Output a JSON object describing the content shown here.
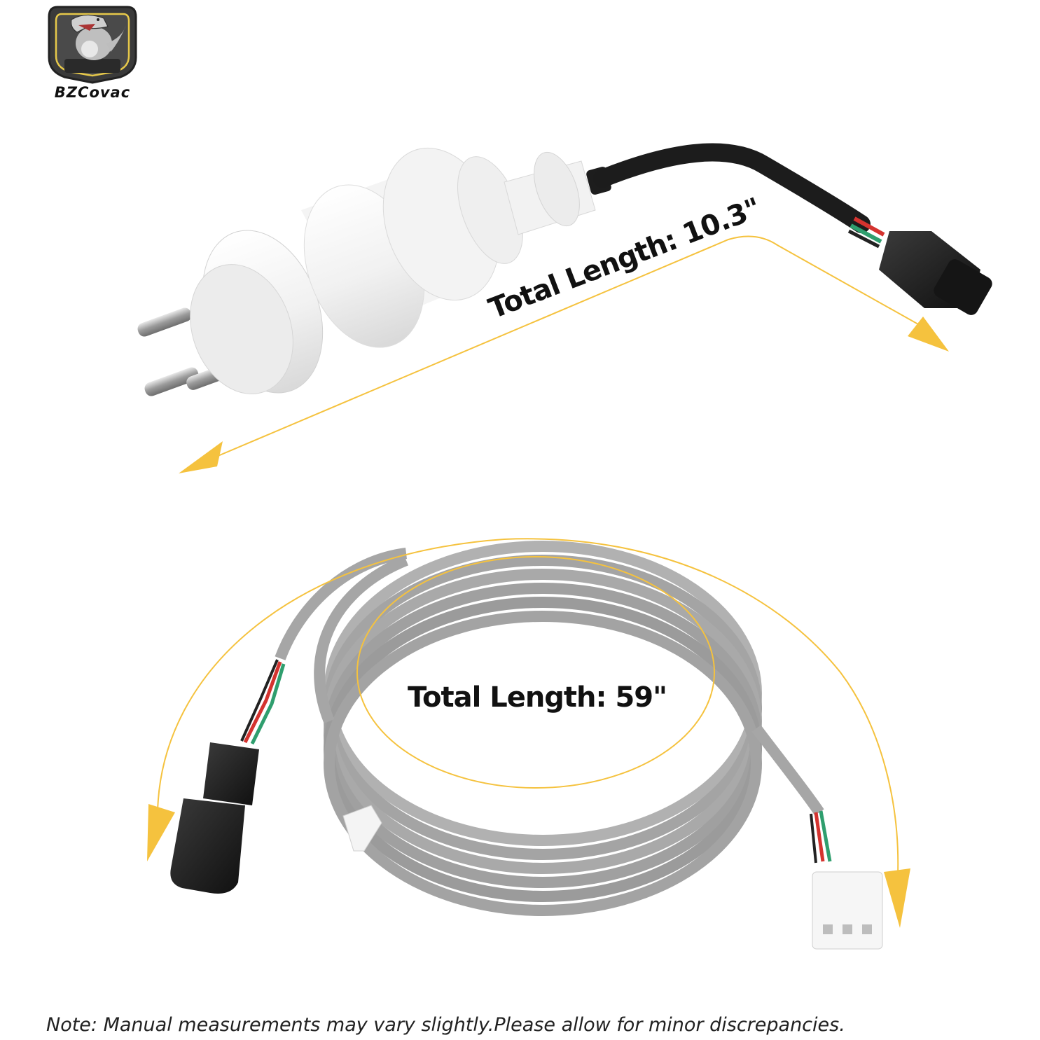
{
  "brand": {
    "name": "BZCovac",
    "logo_icon": "dinosaur-badge-icon"
  },
  "product_top": {
    "name": "float sensor with short cable",
    "dimension_label": "Total Length: 10.3\"",
    "arrow_color": "#f5c23e"
  },
  "product_bottom": {
    "name": "extension cable",
    "dimension_label": "Total Length: 59\"",
    "arrow_color": "#f5c23e"
  },
  "footer": {
    "note": "Note: Manual measurements may vary slightly.Please allow for minor discrepancies."
  },
  "colors": {
    "background": "#ffffff",
    "annotation_arrow": "#f5c23e",
    "cable_gray": "#a9a9a9",
    "cable_black": "#1c1c1c",
    "sensor_white": "#f2f2f2",
    "wire_red": "#d4332f",
    "wire_green": "#2f9e6e"
  }
}
